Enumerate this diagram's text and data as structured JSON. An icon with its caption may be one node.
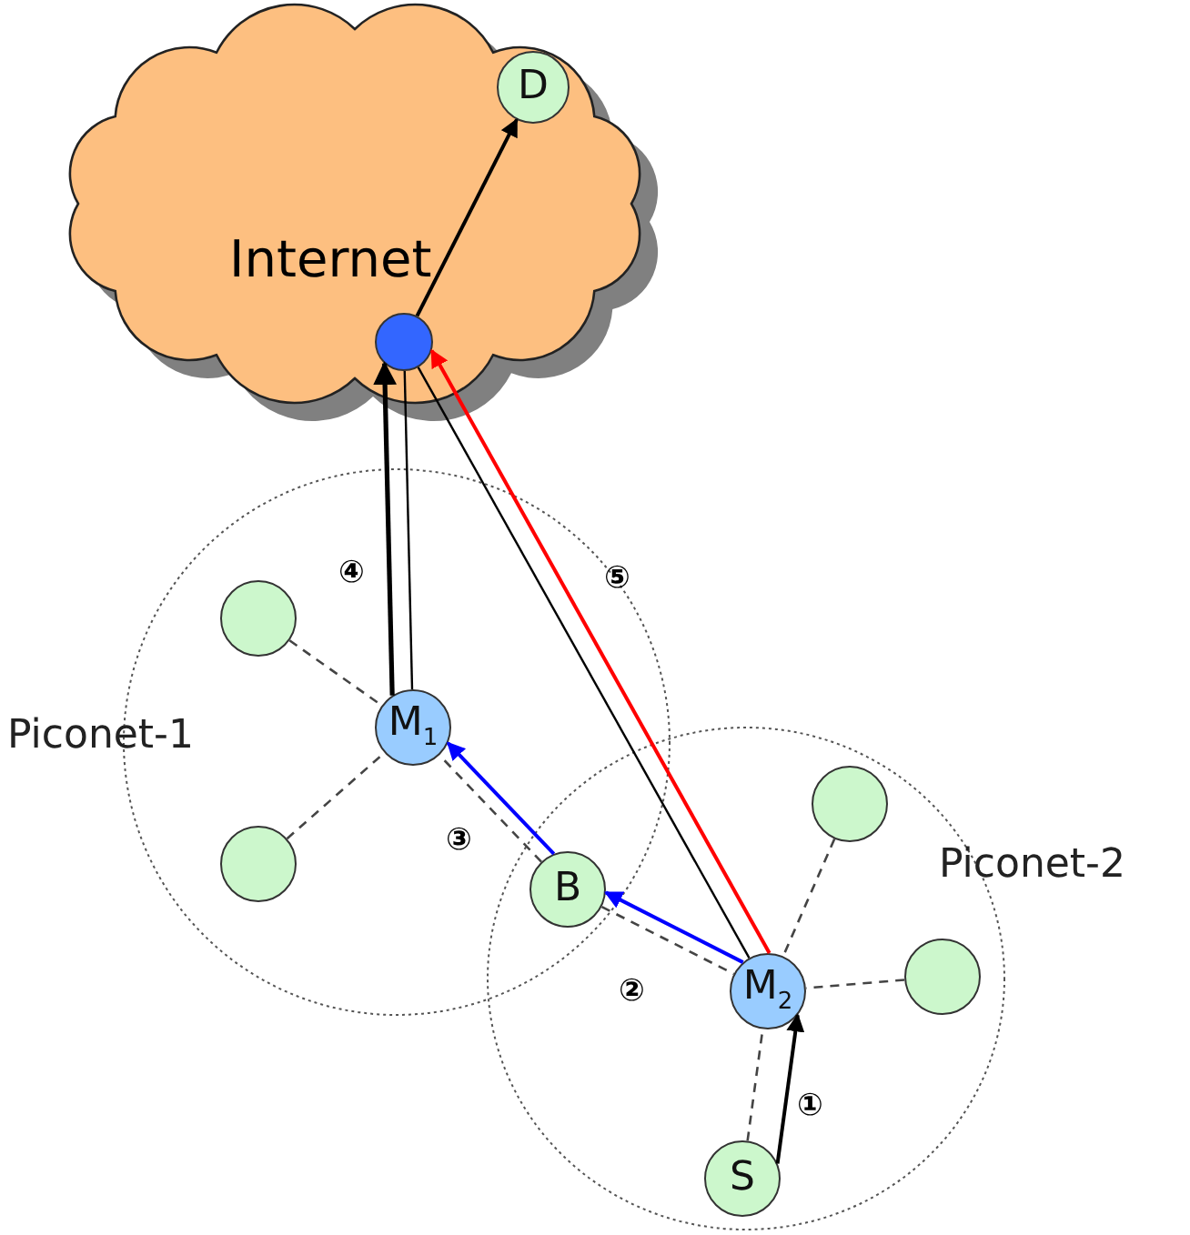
{
  "diagram": {
    "nodes": [
      {
        "text": [
          "Internet"
        ]
      },
      {
        "text": [
          "D"
        ],
        "in": 0
      },
      {
        "text": [],
        "shape": "circle",
        "in": 0
      },
      {
        "text": [
          "Piconet-1"
        ]
      },
      {
        "text": [],
        "shape": "circle",
        "in": 3
      },
      {
        "text": [
          "M$_{1}$"
        ],
        "in": 3
      },
      {
        "text": [],
        "shape": "circle",
        "in": 3
      },
      {
        "text": [
          "B"
        ]
      },
      {
        "text": [
          "Piconet-2"
        ]
      },
      {
        "text": [],
        "shape": "circle",
        "in": 8
      },
      {
        "text": [
          "M$_{2}$"
        ],
        "in": 8
      },
      {
        "text": [],
        "shape": "circle",
        "in": 8
      },
      {
        "text": [
          "S"
        ],
        "in": 8
      }
    ],
    "edges": [
      {
        "from": 4,
        "to": 5,
        "arrow": "none",
        "style": "dashed"
      },
      {
        "from": 6,
        "to": 5,
        "arrow": "none",
        "style": "dashed"
      },
      {
        "from": 7,
        "to": 5,
        "arrow": "none",
        "style": "dashed"
      },
      {
        "from": 7,
        "to": 10,
        "arrow": "none",
        "style": "dashed"
      },
      {
        "from": 9,
        "to": 10,
        "arrow": "none",
        "style": "dashed"
      },
      {
        "from": 11,
        "to": 10,
        "arrow": "none",
        "style": "dashed"
      },
      {
        "from": 12,
        "to": 10,
        "arrow": "none",
        "style": "dashed"
      },
      {
        "from": 12,
        "to": 10,
        "arrow": "to"
      },
      {
        "from": 10,
        "to": 7,
        "arrow": "to",
        "color": "#0000ff"
      },
      {
        "from": 7,
        "to": 5,
        "arrow": "to",
        "color": "#0000ff"
      },
      {
        "from": 5,
        "to": 2,
        "arrow": "to"
      },
      {
        "from": 5,
        "to": 2,
        "arrow": "none"
      },
      {
        "from": 10,
        "to": 2,
        "arrow": "none"
      },
      {
        "from": 10,
        "to": 2,
        "arrow": "to",
        "color": "#ff0000"
      },
      {
        "from": 2,
        "to": 1,
        "arrow": "to"
      }
    ],
    "labels": [
      "④",
      "⑤",
      "③",
      "②",
      "①"
    ]
  }
}
